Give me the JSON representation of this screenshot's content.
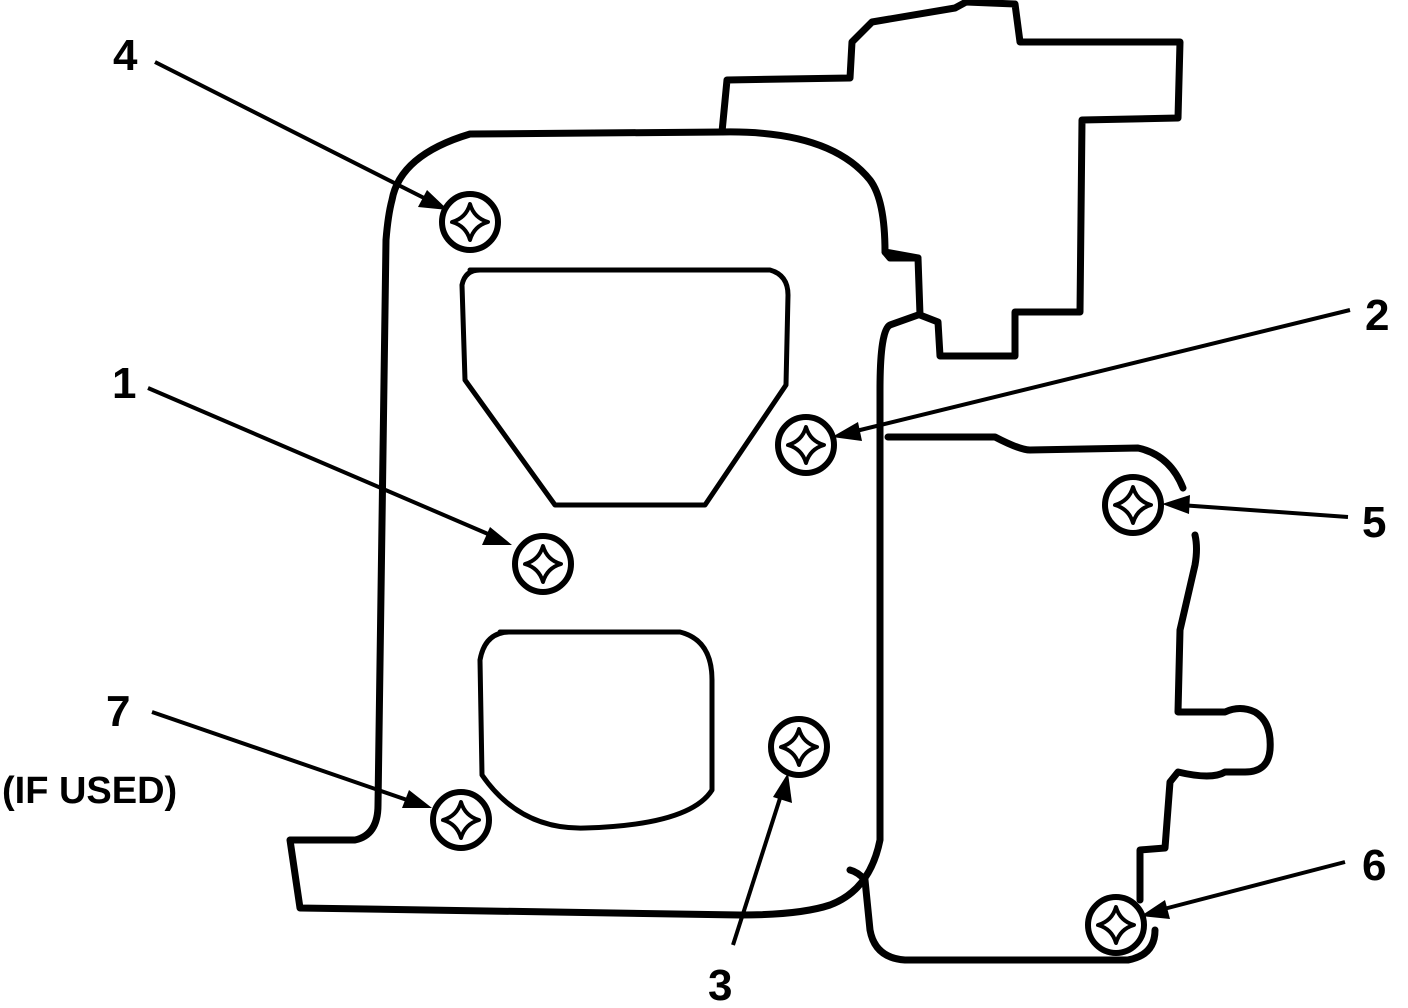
{
  "callouts": {
    "c1": "1",
    "c2": "2",
    "c3": "3",
    "c4": "4",
    "c5": "5",
    "c6": "6",
    "c7": "7"
  },
  "notes": {
    "if_used": "(IF USED)"
  },
  "colors": {
    "ink": "#000000",
    "paper": "#ffffff"
  }
}
